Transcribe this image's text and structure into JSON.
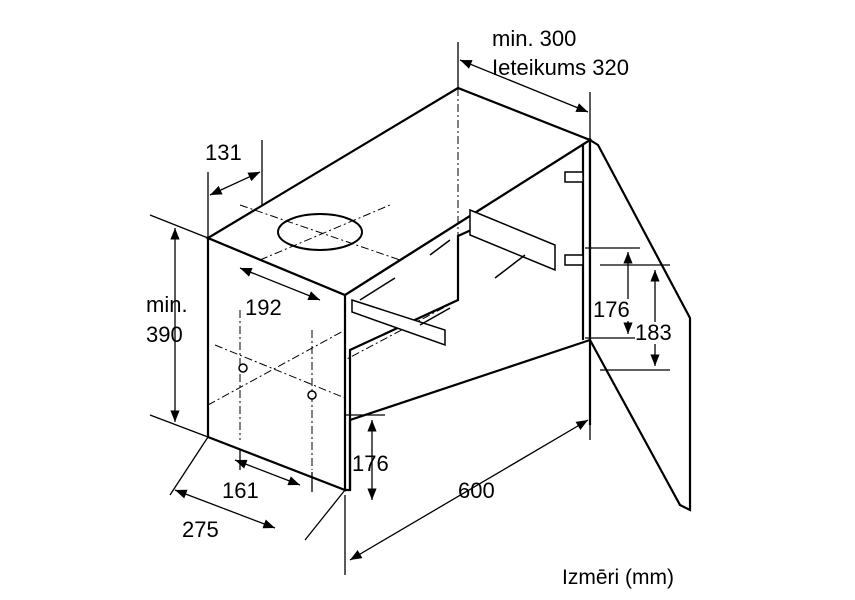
{
  "dimensions": {
    "top_min": "min. 300",
    "top_recommended": "Ieteikums 320",
    "duct_offset": "131",
    "height_min_label": "min.",
    "height_min_value": "390",
    "duct_depth": "192",
    "bottom_height": "176",
    "bottom_depth_inner": "161",
    "bottom_depth": "275",
    "width": "600",
    "door_hinge_176": "176",
    "door_hinge_183": "183"
  },
  "caption": "Izmēri (mm)"
}
